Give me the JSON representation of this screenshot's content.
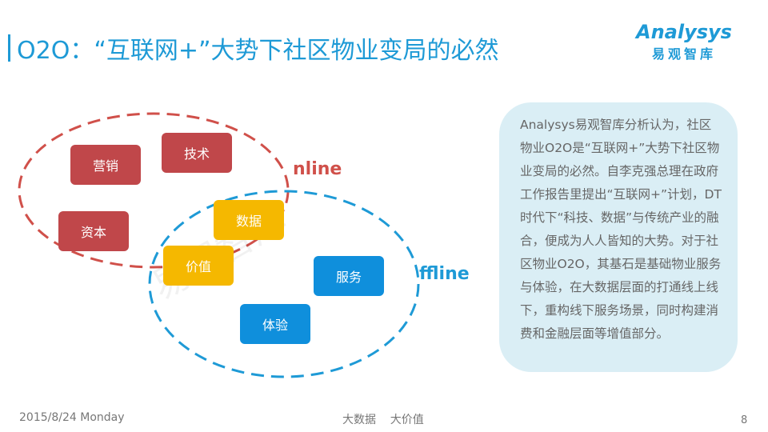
{
  "title": "O2O：“互联网+”大势下社区物业变局的必然",
  "logo": {
    "en": "Analysys",
    "cn": "易观智库"
  },
  "diagram": {
    "online_label": "nline",
    "offline_label": "ffline",
    "watermark": "易观智库",
    "boxes": {
      "marketing": "营销",
      "tech": "技术",
      "capital": "资本",
      "data": "数据",
      "value": "价值",
      "service": "服务",
      "experience": "体验"
    },
    "colors": {
      "online": "#d0504a",
      "offline": "#1e9ad6",
      "red_box": "#c0474a",
      "yellow_box": "#f5b800",
      "blue_box": "#0f8fdc"
    }
  },
  "note": "Analysys易观智库分析认为，社区物业O2O是“互联网+”大势下社区物业变局的必然。自李克强总理在政府工作报告里提出“互联网+”计划，DT时代下“科技、数据”与传统产业的融合，便成为人人皆知的大势。对于社区物业O2O，其基石是基础物业服务与体验，在大数据层面的打通线上线下，重构线下服务场景，同时构建消费和金融层面等增值部分。",
  "footer": {
    "date": "2015/8/24 Monday",
    "center": "大数据    大价值",
    "page": "8"
  }
}
